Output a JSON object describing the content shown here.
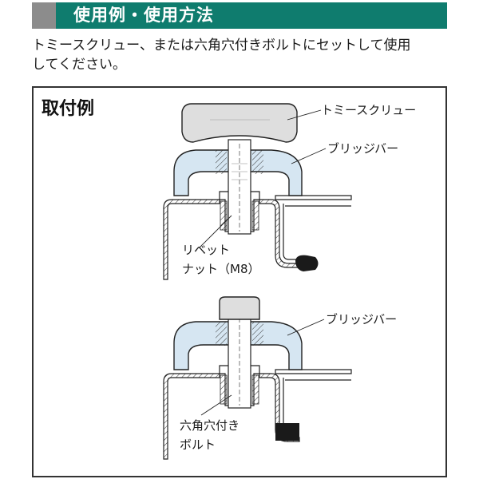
{
  "header": {
    "title": "使用例・使用方法"
  },
  "intro": {
    "line1": "トミースクリュー、または六角穴付きボルトにセットして使用",
    "line2": "してください。"
  },
  "example": {
    "title": "取付例",
    "top_labels": {
      "screw": "トミースクリュー",
      "bridge_bar": "ブリッジバー",
      "rivet_nut_line1": "リベット",
      "rivet_nut_line2": "ナット（M8）"
    },
    "bottom_labels": {
      "bridge_bar": "ブリッジバー",
      "bolt_line1": "六角穴付き",
      "bolt_line2": "ボルト"
    }
  },
  "colors": {
    "header_teal": "#0f7c6e",
    "header_grey": "#8c8c8c",
    "bridge_fill": "#d6e6f2",
    "knob_fill": "#dedede",
    "gasket_fill": "#1a1a1a"
  }
}
